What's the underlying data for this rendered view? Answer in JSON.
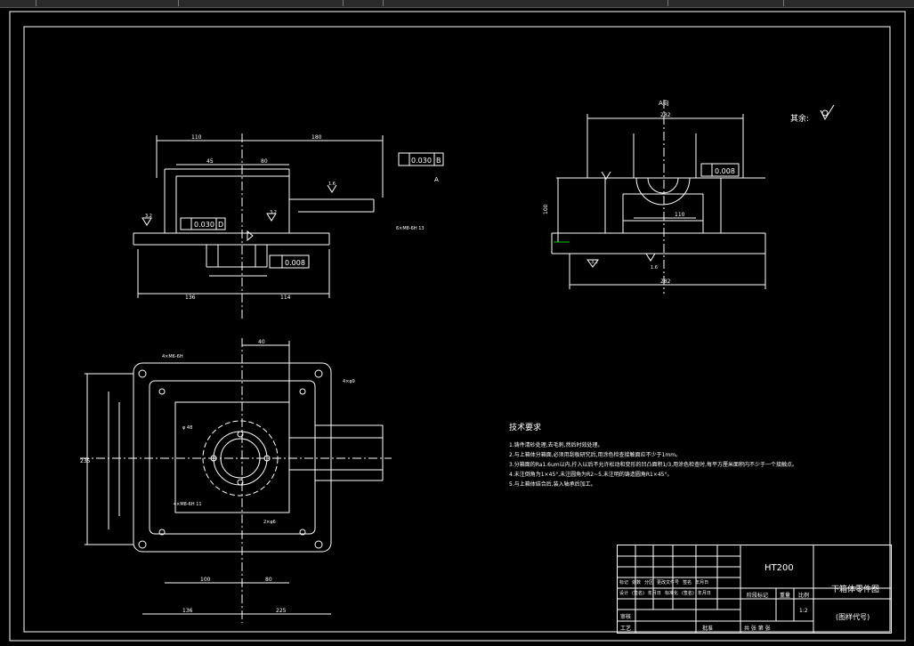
{
  "drawing": {
    "roughness": "其余:",
    "section_label": "A向",
    "view_mark": "A",
    "notes_title": "技术要求",
    "notes": [
      "1.铸件清砂处理,去毛刺,然后时效处理。",
      "2.与上箱体分箱面,必须用刮板研究后,用涂色检查接触面应不少于1mm。",
      "3.分箱面的Ra1.6um以内,拧入以后不允许松动和变形的凹凸面积1/3,用涂色检查时,每平方厘米面积内不少于一个接触点。",
      "4.未注倒角为1×45°,未注圆角为R2~5,未注明的铸造圆角R1×45°。",
      "5.与上箱体结合后,装入轴承后加工。"
    ],
    "dimensions": {
      "top_left": "110",
      "top_right": "180",
      "d45": "45",
      "d_center": "80",
      "bottom_left": "136",
      "bottom_right": "114",
      "plan_top": "40",
      "plan_bottom_left": "136",
      "plan_bottom_right": "225",
      "plan_mid_left": "100",
      "plan_mid_right": "80",
      "plan_left": "235",
      "right_top": "282",
      "right_width": "110",
      "right_bottom": "282",
      "right_height": "100"
    },
    "tolerances": {
      "perp_left": "0.030",
      "perp_left_ref": "D",
      "perp_right": "0.030",
      "perp_right_ref": "B",
      "flat_mid": "0.008",
      "flat_right": "0.008"
    },
    "roughness_values": [
      "3.2",
      "3.2",
      "1.6",
      "3.2",
      "1.6",
      "1.6",
      "1.6"
    ],
    "hole_notes": {
      "h1": "4×M6-6H",
      "h2": "6×M8-6H 13",
      "h3": "2×φ6",
      "h4": "4×φ9",
      "h5": "φ 48",
      "h6": "4×M8-6H 11"
    }
  },
  "title_block": {
    "material": "HT200",
    "drawing_name": "下箱体零件图",
    "drawing_code": "(图样代号)",
    "scale_label": "比例",
    "scale": "1:2",
    "weight_label": "重量",
    "stage_label": "阶段标记",
    "sheets_label": "共 张 第 张",
    "rows": [
      "标记",
      "处数",
      "分区",
      "更改文件号",
      "签名",
      "年月日"
    ],
    "row2": [
      "设计",
      "(签名)",
      "年月日",
      "标准化",
      "(签名)",
      "年月日"
    ],
    "check": "审核",
    "process": "工艺",
    "approve": "批准"
  }
}
